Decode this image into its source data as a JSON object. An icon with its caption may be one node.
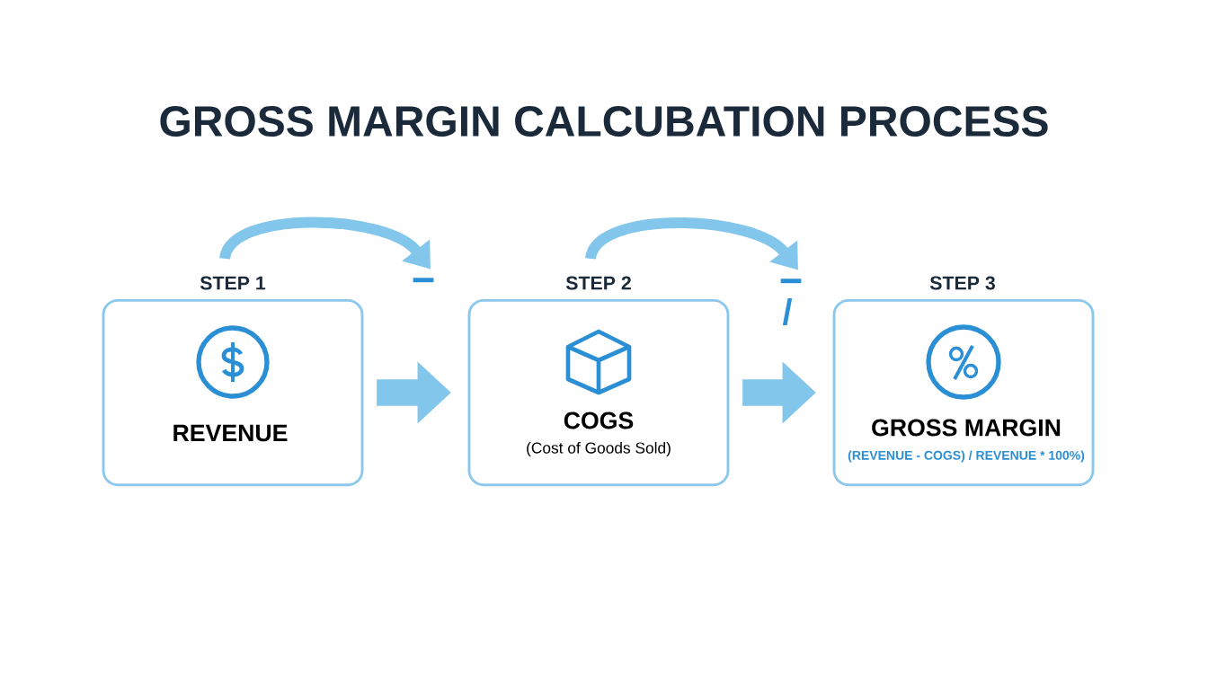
{
  "diagram": {
    "title": "GROSS MARGIN CALCUBATION PROCESS",
    "nodes": [
      {
        "text": [
          "STEP 1",
          "REVENUE"
        ]
      },
      {
        "text": [
          "STEP 2",
          "COGS",
          "(Cost of Goods Sold)"
        ]
      },
      {
        "text": [
          "STEP 3",
          "GROSS MARGIN",
          "(REVENUE - COGS) / REVENUE * 100%)"
        ]
      },
      {
        "text": [
          "−"
        ]
      },
      {
        "text": [
          "−",
          "/"
        ]
      }
    ],
    "edges": [
      {
        "from": 0,
        "to": 3,
        "arrow": "to"
      },
      {
        "from": 0,
        "to": 1,
        "arrow": "to",
        "style": "thick"
      },
      {
        "from": 1,
        "to": 4,
        "arrow": "to"
      },
      {
        "from": 1,
        "to": 2,
        "arrow": "to",
        "style": "thick"
      }
    ]
  }
}
